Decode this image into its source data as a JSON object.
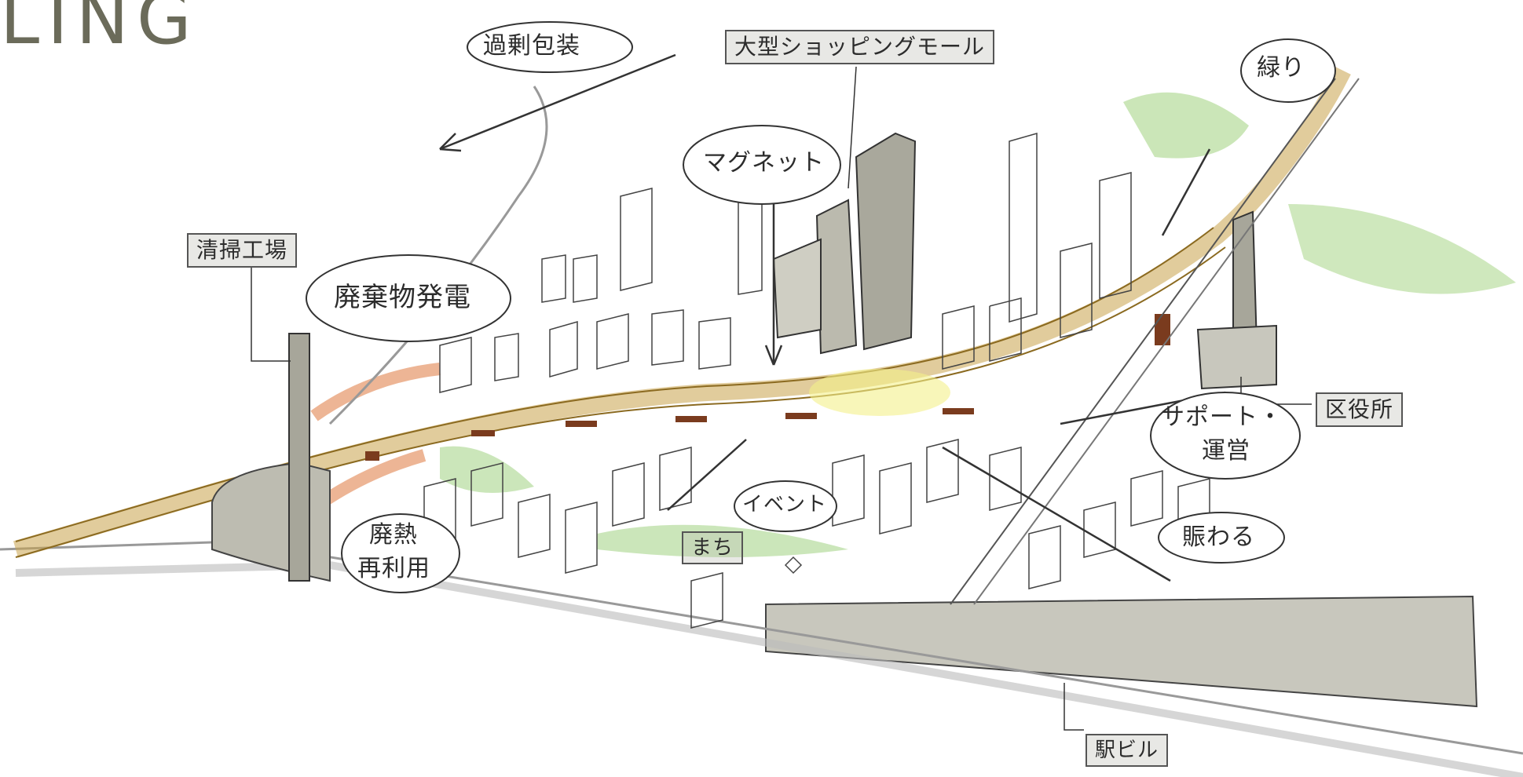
{
  "heading": "LING",
  "labels": {
    "overpackaging": "過剰包装",
    "shopping_mall": "大型ショッピングモール",
    "greenery": "緑り",
    "magnet": "マグネット",
    "cleaning_plant": "清掃工場",
    "waste_power": "廃棄物発電",
    "ward_office": "区役所",
    "support_operation_1": "サポート・",
    "support_operation_2": "運営",
    "event": "イベント",
    "town": "まち",
    "waste_heat_1": "廃熱",
    "waste_heat_2": "再利用",
    "lively": "賑わる",
    "station_building": "駅ビル"
  },
  "colors": {
    "ink": "#3a3a3a",
    "gray_wash": "#b9b8ac",
    "ochre": "#c9a24a",
    "green": "#9fcf86",
    "orange": "#e9a27a",
    "brown": "#7a3b1e",
    "yellow": "#f4f08a"
  }
}
